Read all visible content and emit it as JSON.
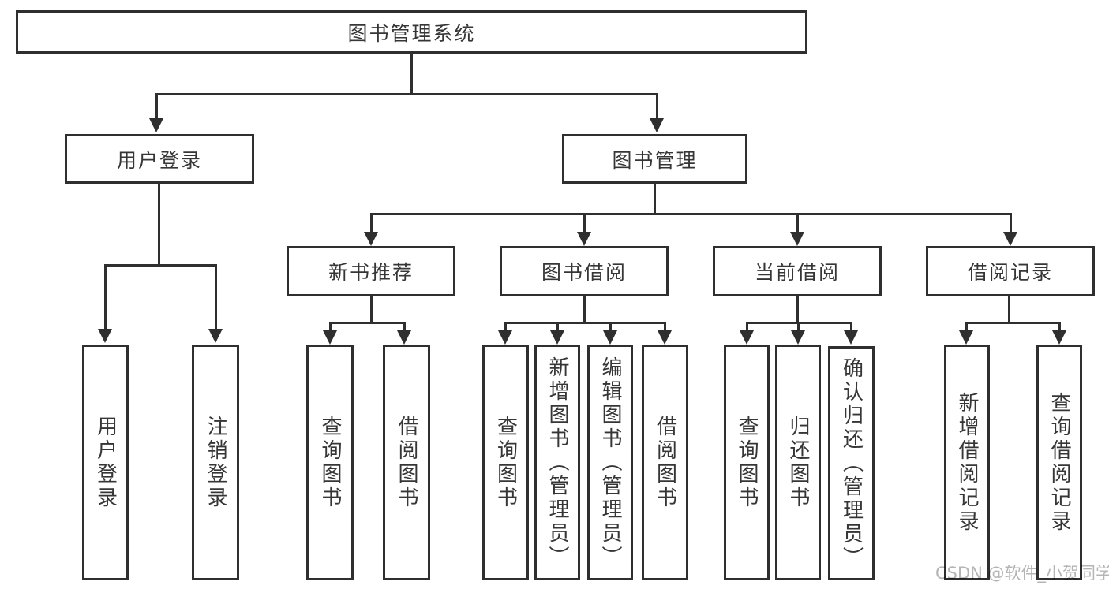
{
  "diagram": {
    "watermark": "CSDN @软件_小贺同学",
    "colors": {
      "line": "#2f2f2f",
      "text": "#363636",
      "watermark": "#b5b5b5",
      "background": "#ffffff"
    },
    "tree": {
      "label": "图书管理系统",
      "children": [
        {
          "label": "用户登录",
          "children": [
            {
              "label": "用户登录"
            },
            {
              "label": "注销登录"
            }
          ]
        },
        {
          "label": "图书管理",
          "children": [
            {
              "label": "新书推荐",
              "children": [
                {
                  "label": "查询图书"
                },
                {
                  "label": "借阅图书"
                }
              ]
            },
            {
              "label": "图书借阅",
              "children": [
                {
                  "label": "查询图书"
                },
                {
                  "label": "新增图书（管理员）"
                },
                {
                  "label": "编辑图书（管理员）"
                },
                {
                  "label": "借阅图书"
                }
              ]
            },
            {
              "label": "当前借阅",
              "children": [
                {
                  "label": "查询图书"
                },
                {
                  "label": "归还图书"
                },
                {
                  "label": "确认归还（管理员）"
                }
              ]
            },
            {
              "label": "借阅记录",
              "children": [
                {
                  "label": "新增借阅记录"
                },
                {
                  "label": "查询借阅记录"
                }
              ]
            }
          ]
        }
      ]
    }
  }
}
